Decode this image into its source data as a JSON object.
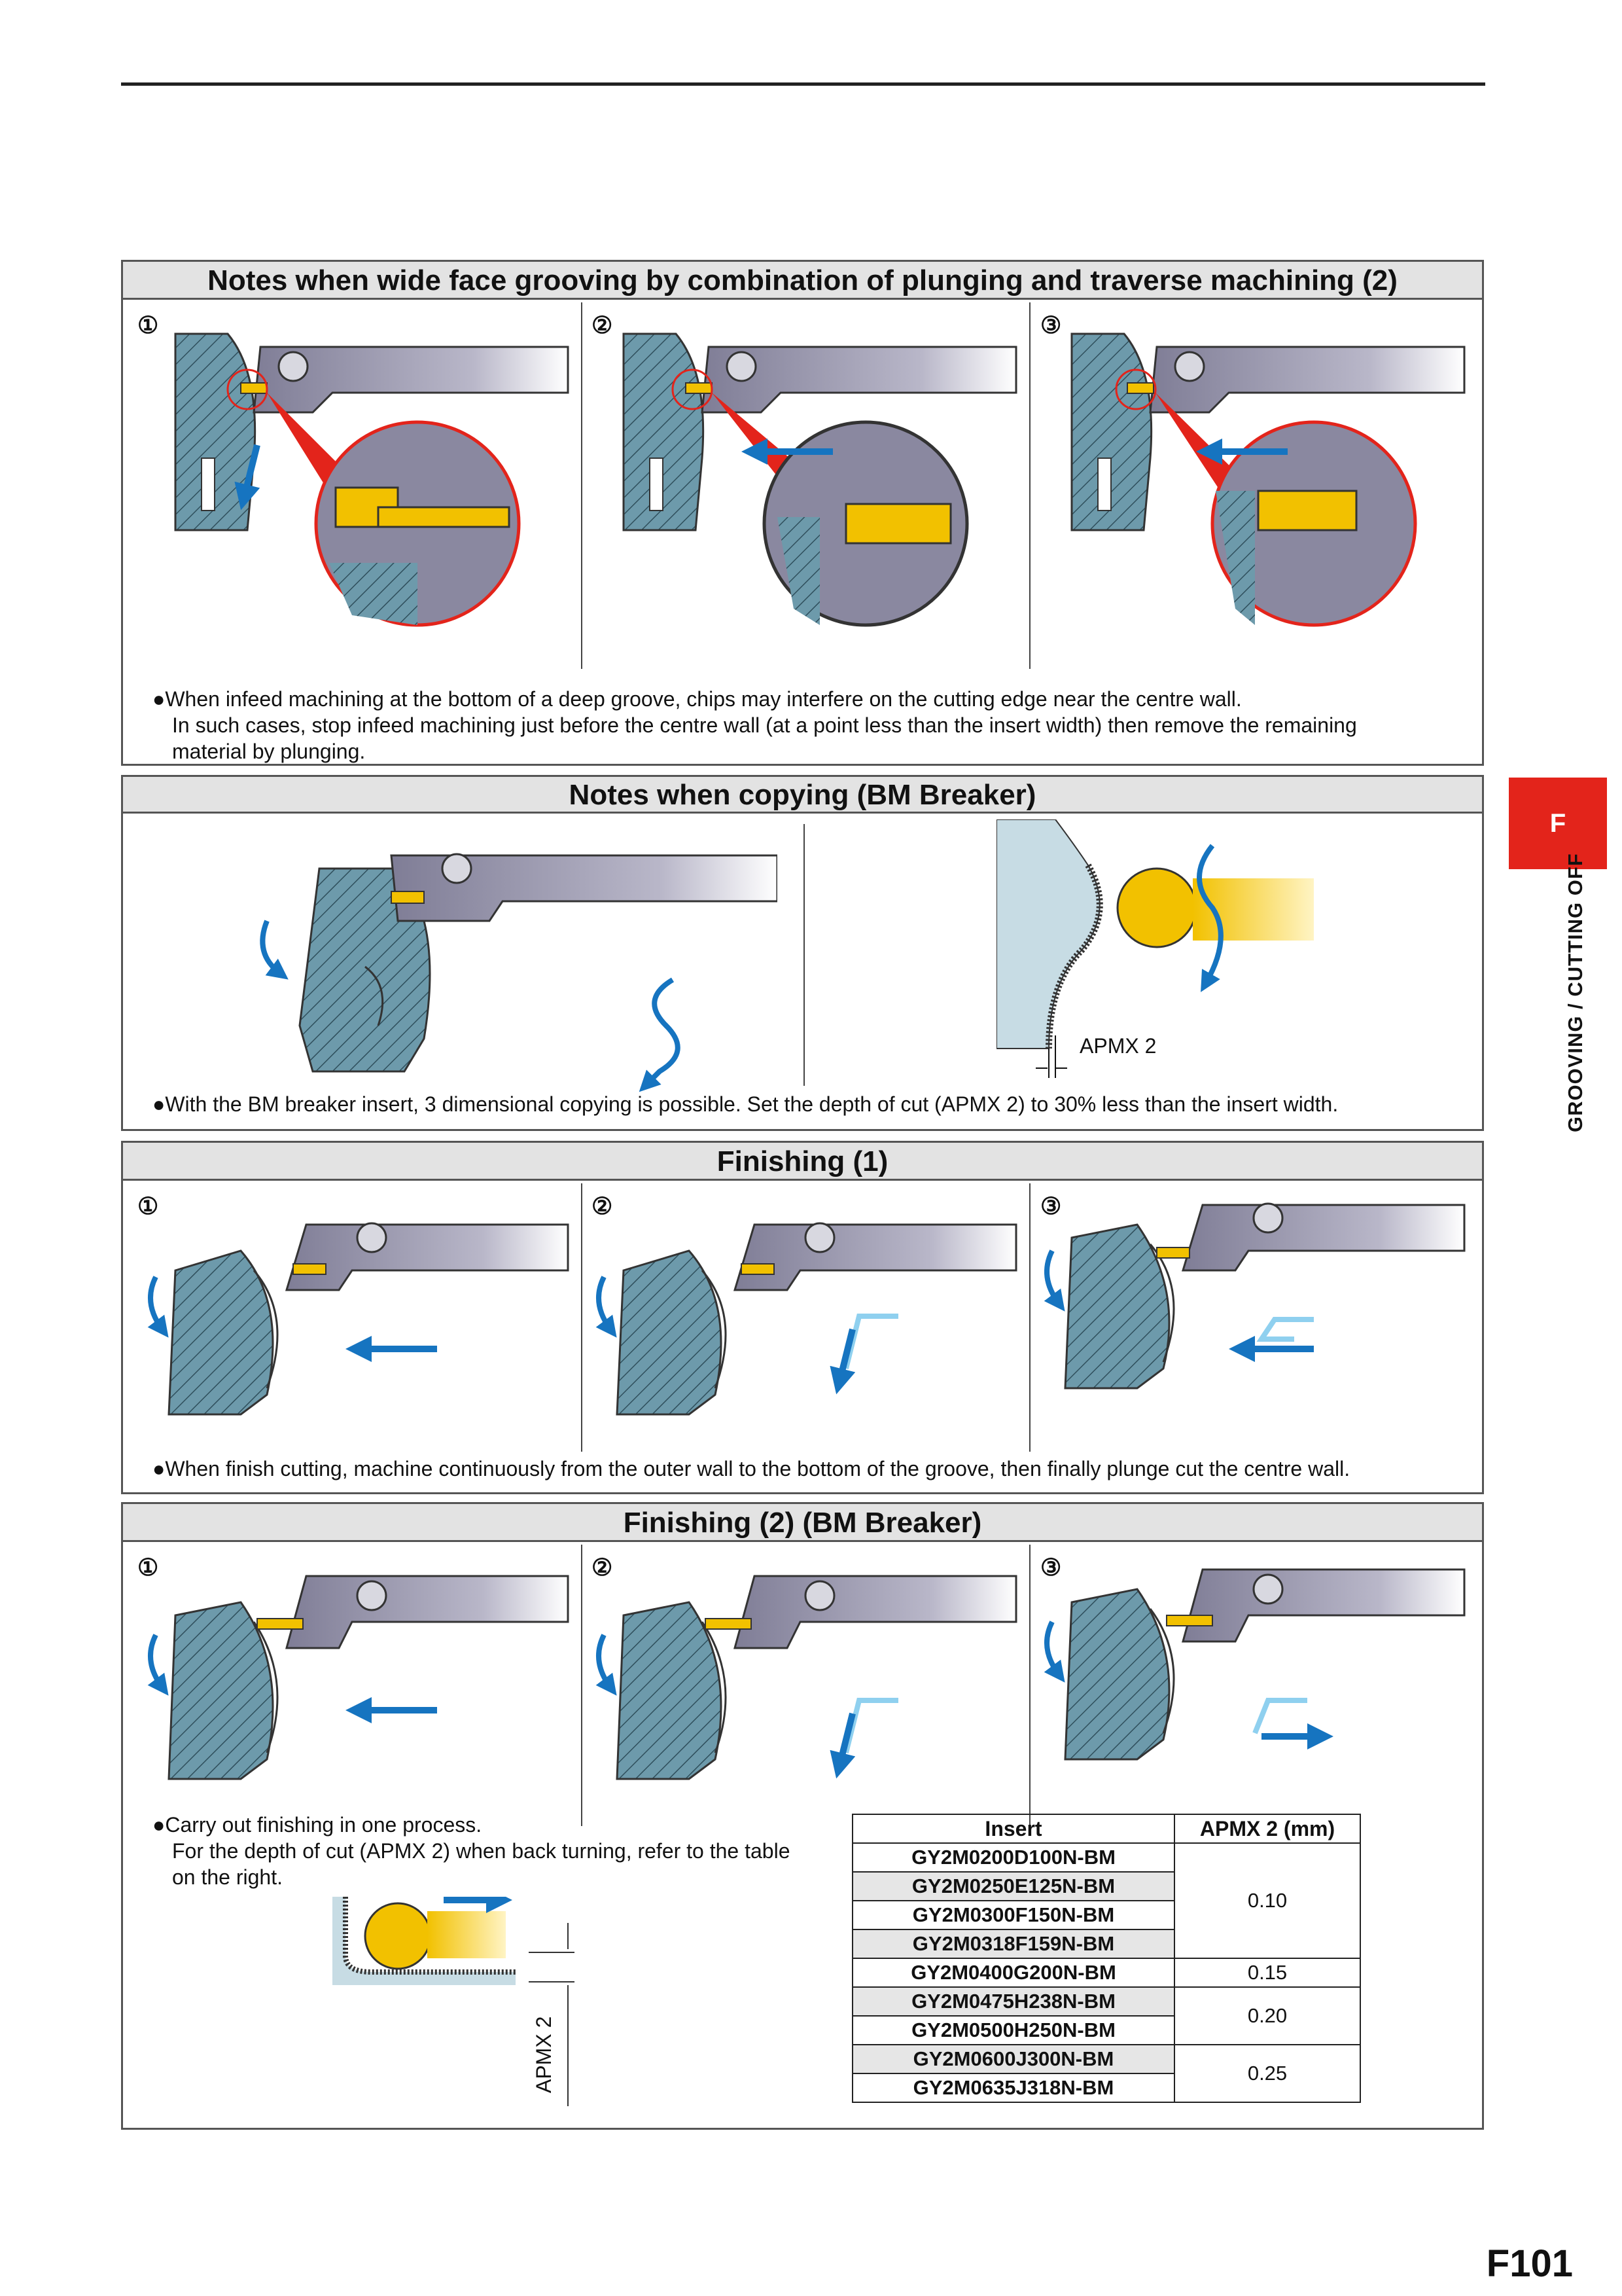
{
  "sections": {
    "s1": {
      "title": "Notes when wide face grooving by combination of plunging and traverse machining (2)",
      "steps": [
        "①",
        "②",
        "③"
      ],
      "note_line1": "●When infeed machining at the bottom of a deep groove, chips may interfere on the cutting edge near the centre wall.",
      "note_line2": "In such cases, stop infeed machining just before the centre wall (at a point less than the insert width) then remove the remaining",
      "note_line3": "material by plunging."
    },
    "s2": {
      "title": "Notes when copying (BM Breaker)",
      "dim_label": "APMX 2",
      "note": "●With the BM breaker insert, 3 dimensional copying is possible. Set the depth of cut (APMX 2) to 30% less than the insert width."
    },
    "s3": {
      "title": "Finishing (1)",
      "steps": [
        "①",
        "②",
        "③"
      ],
      "note": "●When finish cutting, machine continuously from the outer wall to the bottom of the groove, then finally plunge cut the centre wall."
    },
    "s4": {
      "title": "Finishing (2) (BM Breaker)",
      "steps": [
        "①",
        "②",
        "③"
      ],
      "note_line1": "●Carry out finishing in one process.",
      "note_line2": "For the depth of cut (APMX 2) when back turning, refer to the table",
      "note_line3": "on the right.",
      "dim_label": "APMX 2"
    }
  },
  "table": {
    "headers": [
      "Insert",
      "APMX 2 (mm)"
    ],
    "inserts": [
      "GY2M0200D100N-BM",
      "GY2M0250E125N-BM",
      "GY2M0300F150N-BM",
      "GY2M0318F159N-BM",
      "GY2M0400G200N-BM",
      "GY2M0475H238N-BM",
      "GY2M0500H250N-BM",
      "GY2M0600J300N-BM",
      "GY2M0635J318N-BM"
    ],
    "values": [
      "0.10",
      "0.15",
      "0.20",
      "0.25"
    ]
  },
  "side_tab": {
    "letter": "F",
    "label": "GROOVING / CUTTING OFF"
  },
  "page_number": "F101",
  "colors": {
    "workpiece": "#6d9aab",
    "holder": "#8a88a0",
    "insert": "#f2c100",
    "arrow": "#1674c0",
    "highlight": "#e3241b",
    "tab": "#e3241b"
  }
}
